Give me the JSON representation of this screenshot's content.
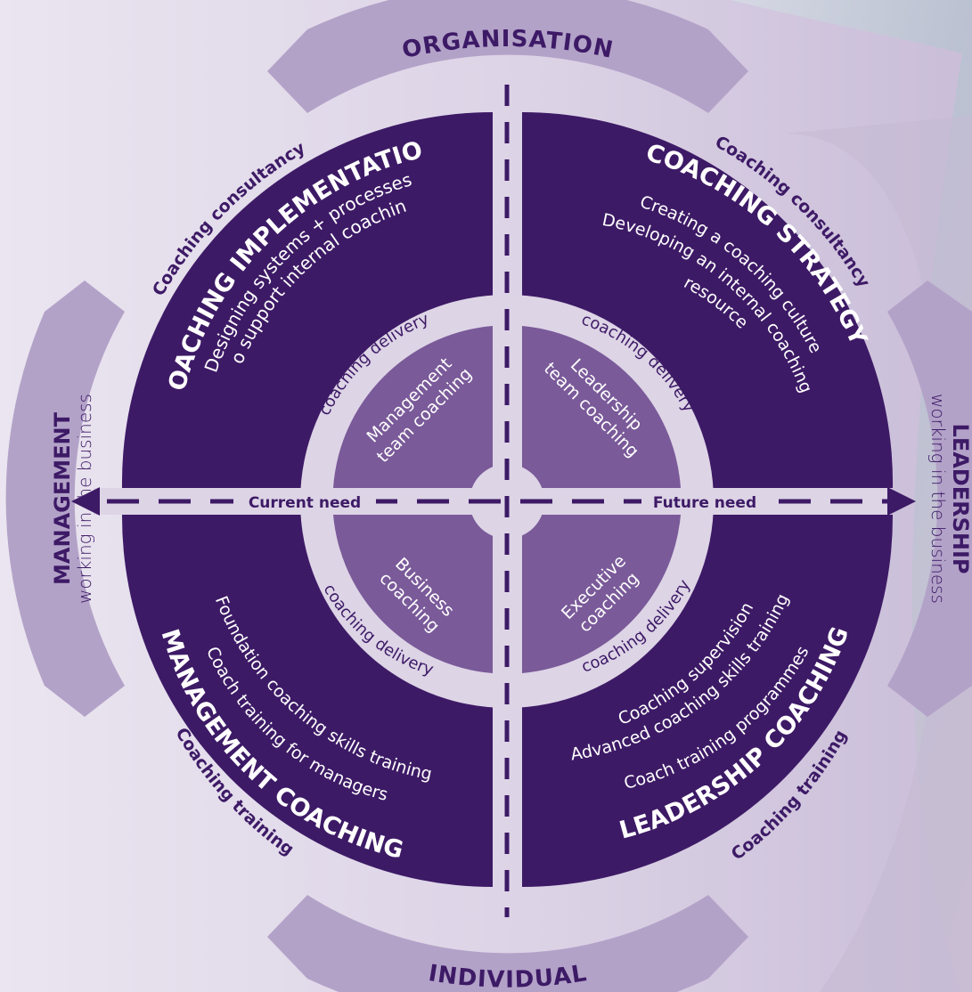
{
  "corner_title": "G!",
  "tabs": {
    "top": "ORGANISATION",
    "bottom": "INDIVIDUAL",
    "left": {
      "title": "MANAGEMENT",
      "subtitle": "working in the business"
    },
    "right": {
      "title": "LEADERSHIP",
      "subtitle": "working in the business"
    }
  },
  "axis": {
    "left": "Current need",
    "right": "Future need"
  },
  "quadrants": {
    "tl": {
      "arc": "Coaching consultancy",
      "title": "COACHING IMPLEMENTATION",
      "lines": [
        "Designing systems + processes",
        "to support internal coaching"
      ],
      "ring": "coaching delivery",
      "inner": [
        "Management",
        "team coaching"
      ]
    },
    "tr": {
      "arc": "Coaching consultancy",
      "title": "COACHING STRATEGY",
      "lines": [
        "Creating a coaching culture",
        "Developing an internal coaching",
        "resource"
      ],
      "ring": "coaching delivery",
      "inner": [
        "Leadership",
        "team coaching"
      ]
    },
    "bl": {
      "arc": "Coaching training",
      "title": "MANAGEMENT COACHING",
      "lines": [
        "Foundation coaching skills training",
        "Coach training for managers"
      ],
      "ring": "coaching delivery",
      "inner": [
        "Business",
        "coaching"
      ]
    },
    "br": {
      "arc": "Coaching training",
      "title": "LEADERSHIP COACHING",
      "lines": [
        "Coaching supervision",
        "Advanced coaching skills training",
        "Coach training programmes"
      ],
      "ring": "coaching delivery",
      "inner": [
        "Executive",
        "coaching"
      ]
    }
  },
  "colors": {
    "dark": "#3d1a66",
    "inner": "#7a5a99",
    "ring": "#ddd4e6",
    "tab": "#b3a2c8",
    "bg": "#e7e1ee"
  }
}
